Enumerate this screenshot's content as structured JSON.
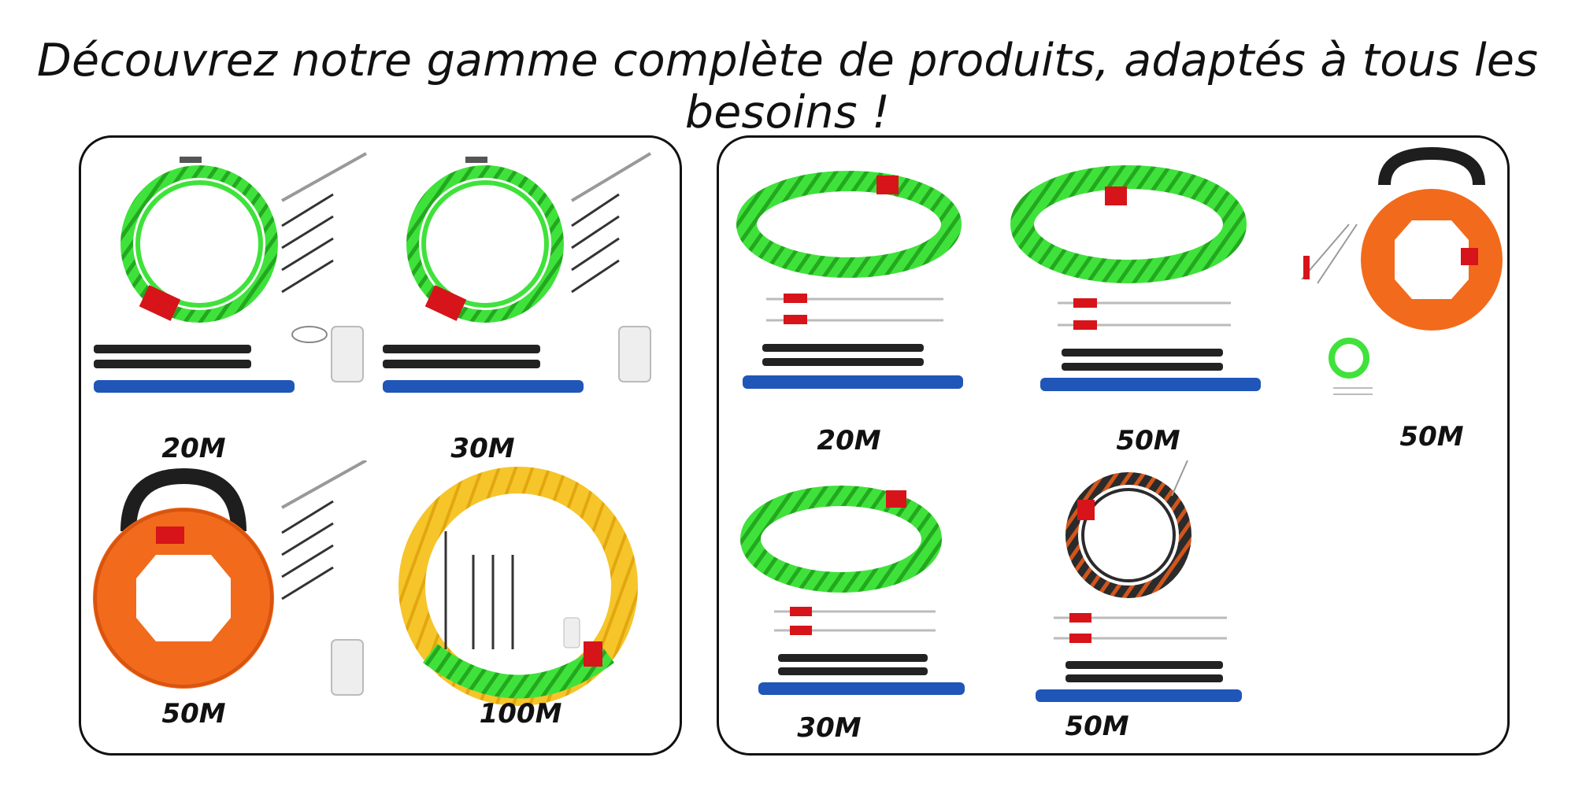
{
  "headline": "Découvrez notre gamme complète de produits, adaptés à tous les besoins !",
  "colors": {
    "cable_green": "#3fe23b",
    "cable_green_dark": "#23a81f",
    "reel_orange": "#f26a1b",
    "reel_yellow": "#f6c52a",
    "strap_blue": "#1f56b8",
    "strap_black": "#222222",
    "tag_red": "#d6141a",
    "tag_yellow": "#ffd400",
    "border": "#111111"
  },
  "left_panel": {
    "products": [
      {
        "caption": "20M",
        "tag": "20m",
        "type": "green-coil-kit",
        "icons": "green-coil-icon"
      },
      {
        "caption": "30M",
        "tag": "30m",
        "type": "green-coil-kit",
        "icons": "green-coil-icon"
      },
      {
        "caption": "50M",
        "tag": "50m",
        "type": "orange-reel-kit",
        "icons": "orange-reel-icon"
      },
      {
        "caption": "100M",
        "tag": "100m",
        "type": "yellow-reel-kit",
        "icons": "yellow-reel-icon"
      }
    ]
  },
  "right_panel": {
    "products": [
      {
        "caption": "20M",
        "tag": "20m",
        "type": "green-coil-set"
      },
      {
        "caption": "50M",
        "tag": "50m",
        "type": "green-coil-set"
      },
      {
        "caption": "50M",
        "tag": "50m",
        "type": "orange-reel-set"
      },
      {
        "caption": "30M",
        "tag": "30m",
        "type": "green-coil-set"
      },
      {
        "caption": "50M",
        "tag": "50m",
        "type": "black-orange-coil-set"
      }
    ]
  }
}
